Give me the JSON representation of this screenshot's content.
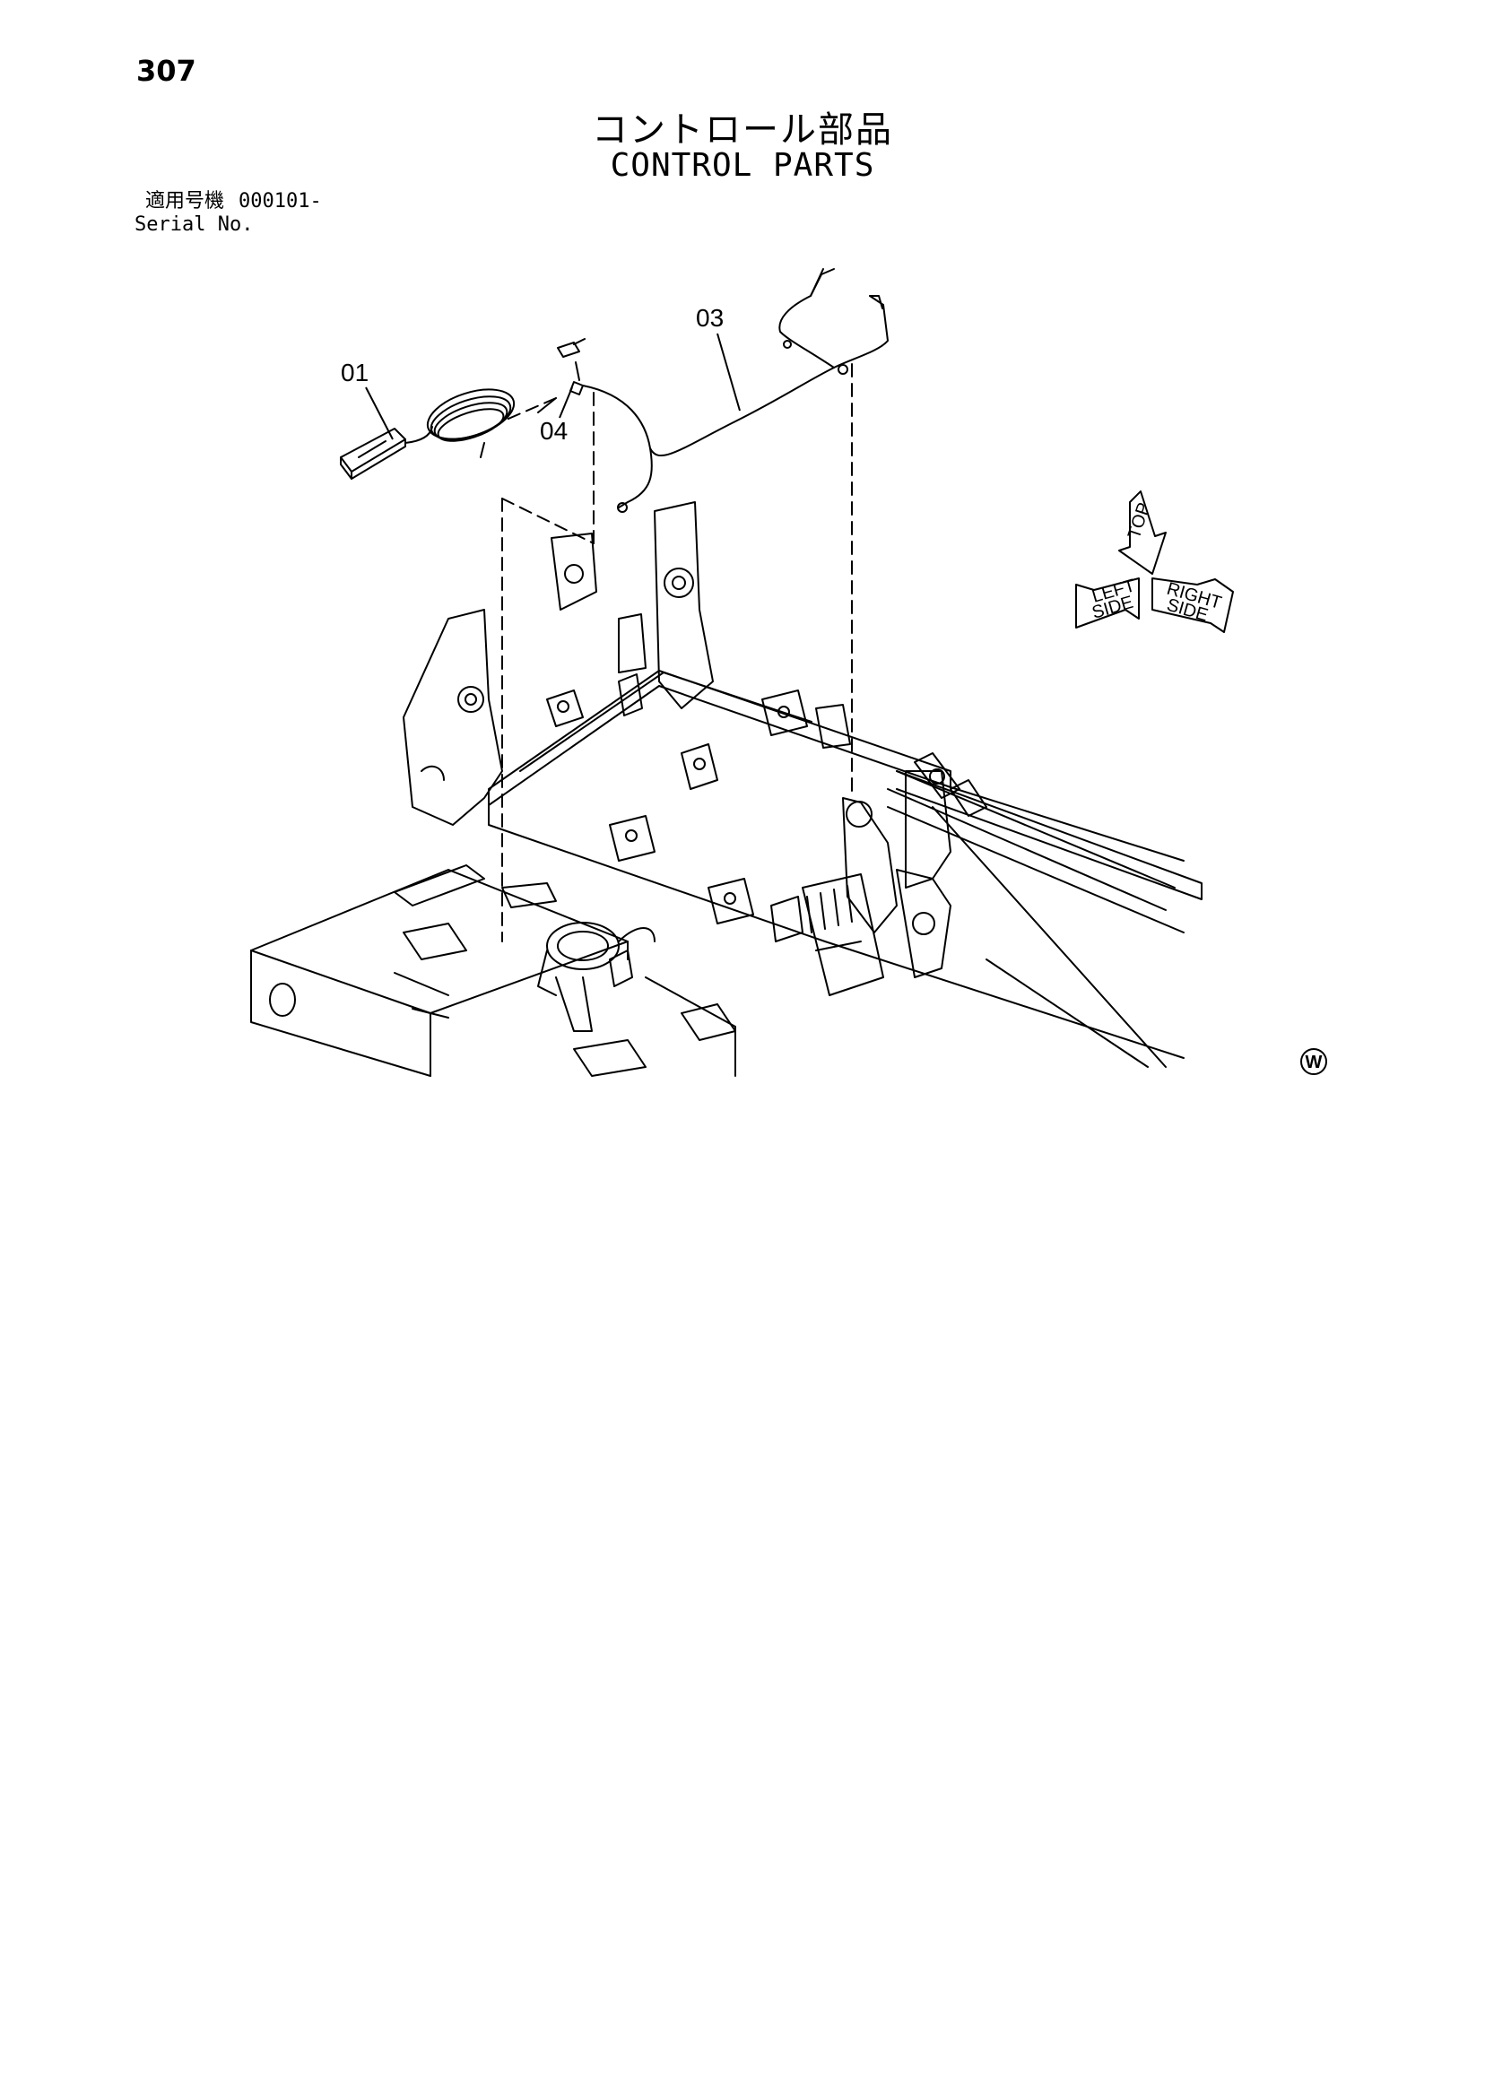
{
  "header": {
    "page_number": "307",
    "title_jp": "コントロール部品",
    "title_en": "CONTROL PARTS",
    "serial_label_jp": "適用号機",
    "serial_value": "000101-",
    "serial_label_en": "Serial No."
  },
  "diagram": {
    "callouts": [
      "01",
      "03",
      "04"
    ],
    "direction_icon": {
      "labels": [
        "TOP",
        "LEFT",
        "RIGHT"
      ],
      "sublabels": [
        "SIDE",
        "SIDE"
      ]
    },
    "watermark": "W"
  }
}
